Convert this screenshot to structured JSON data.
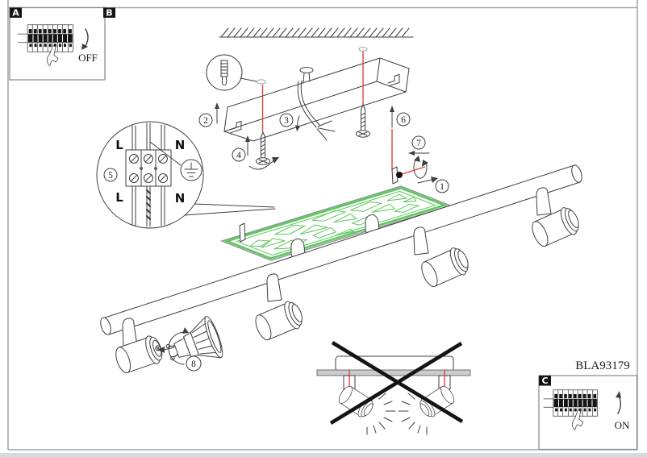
{
  "document": {
    "model_number": "BLA93179"
  },
  "insets": {
    "a_label": "A",
    "b_label": "B",
    "c_label": "C",
    "power_off": "OFF",
    "power_on": "ON"
  },
  "steps": [
    "1",
    "2",
    "3",
    "4",
    "5",
    "6",
    "7",
    "8"
  ],
  "terminal": {
    "live_top": "L",
    "neutral_top": "N",
    "live_bottom": "L",
    "neutral_bottom": "N"
  },
  "icons": {
    "earth_symbol": "ground-icon",
    "breaker_panel": "circuit-breaker-icon",
    "wall_plug": "wall-anchor-icon",
    "prohibition": "crossed-out-icon"
  },
  "colors": {
    "line": "#3f3f3f",
    "frame": "#a3a7ab",
    "glass_green": "#5cc95c",
    "marker_red": "#e0453a",
    "cross_black": "#141414"
  }
}
